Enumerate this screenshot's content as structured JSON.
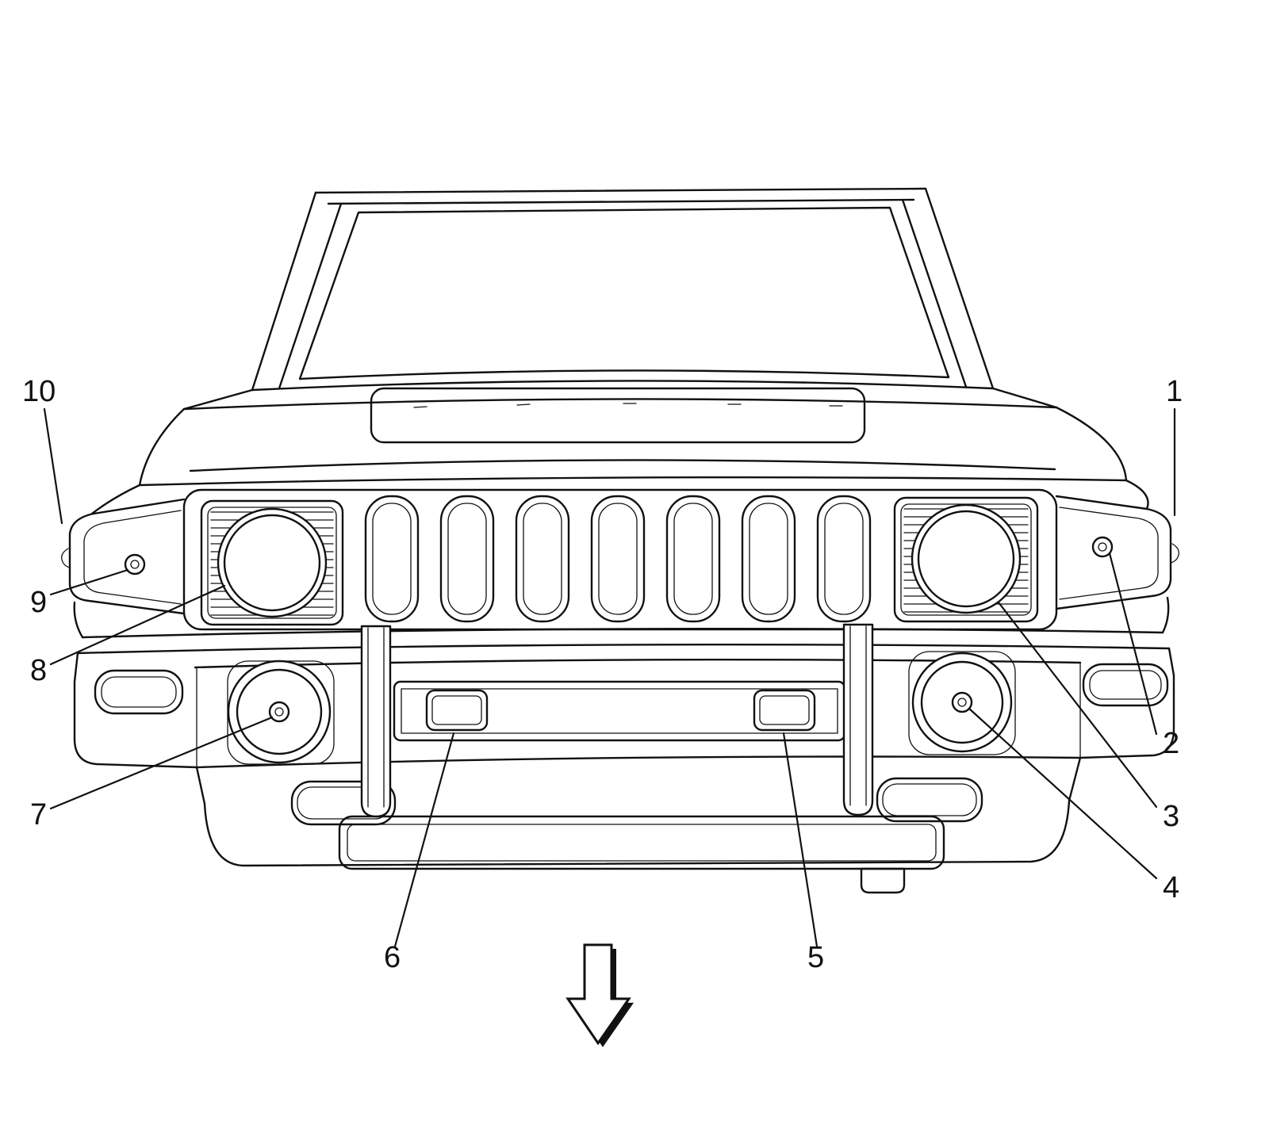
{
  "colors": {
    "line": "#111111",
    "background": "#ffffff"
  },
  "callouts": [
    {
      "label": "1"
    },
    {
      "label": "2"
    },
    {
      "label": "3"
    },
    {
      "label": "4"
    },
    {
      "label": "5"
    },
    {
      "label": "6"
    },
    {
      "label": "7"
    },
    {
      "label": "8"
    },
    {
      "label": "9"
    },
    {
      "label": "10"
    }
  ],
  "icons": {
    "footer_arrow": "down-arrow"
  }
}
